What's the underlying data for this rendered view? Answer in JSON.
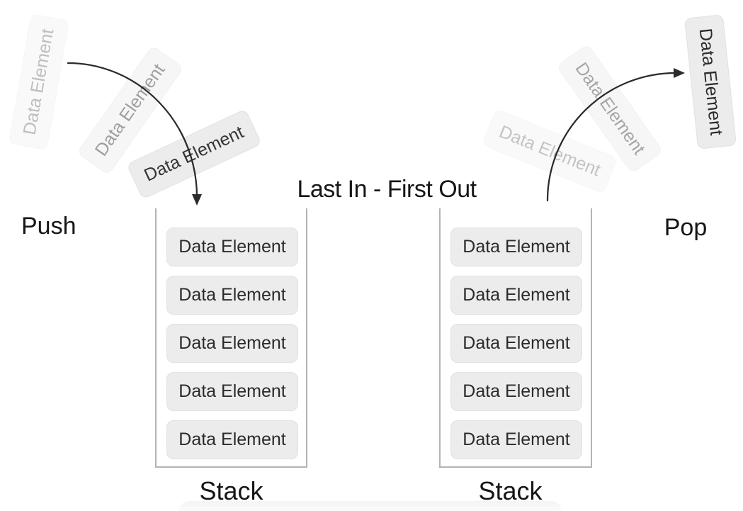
{
  "title": "Last In - First Out",
  "push": {
    "label": "Push",
    "incoming_elements": [
      {
        "label": "Data Element"
      },
      {
        "label": "Data Element"
      },
      {
        "label": "Data Element"
      }
    ]
  },
  "pop": {
    "label": "Pop",
    "outgoing_elements": [
      {
        "label": "Data Element"
      },
      {
        "label": "Data Element"
      },
      {
        "label": "Data Element"
      }
    ]
  },
  "left_stack": {
    "label": "Stack",
    "items": [
      {
        "label": "Data Element"
      },
      {
        "label": "Data Element"
      },
      {
        "label": "Data Element"
      },
      {
        "label": "Data Element"
      },
      {
        "label": "Data Element"
      }
    ]
  },
  "right_stack": {
    "label": "Stack",
    "items": [
      {
        "label": "Data Element"
      },
      {
        "label": "Data Element"
      },
      {
        "label": "Data Element"
      },
      {
        "label": "Data Element"
      },
      {
        "label": "Data Element"
      }
    ]
  },
  "colors": {
    "box_fill": "#ececec",
    "box_border": "#e1e1e1",
    "container_border": "#b4b4b4",
    "text": "#1a1a1a",
    "arrow": "#2b2b2b"
  }
}
